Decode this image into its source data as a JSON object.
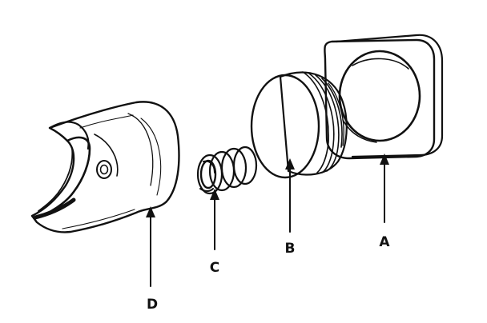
{
  "diagram": {
    "parts": [
      {
        "id": "A",
        "label": "A",
        "part": "square-housing"
      },
      {
        "id": "B",
        "label": "B",
        "part": "threaded-cap"
      },
      {
        "id": "C",
        "label": "C",
        "part": "coil-spring"
      },
      {
        "id": "D",
        "label": "D",
        "part": "cylindrical-sleeve"
      }
    ],
    "colors": {
      "ink": "#111111",
      "paper": "#ffffff"
    }
  }
}
